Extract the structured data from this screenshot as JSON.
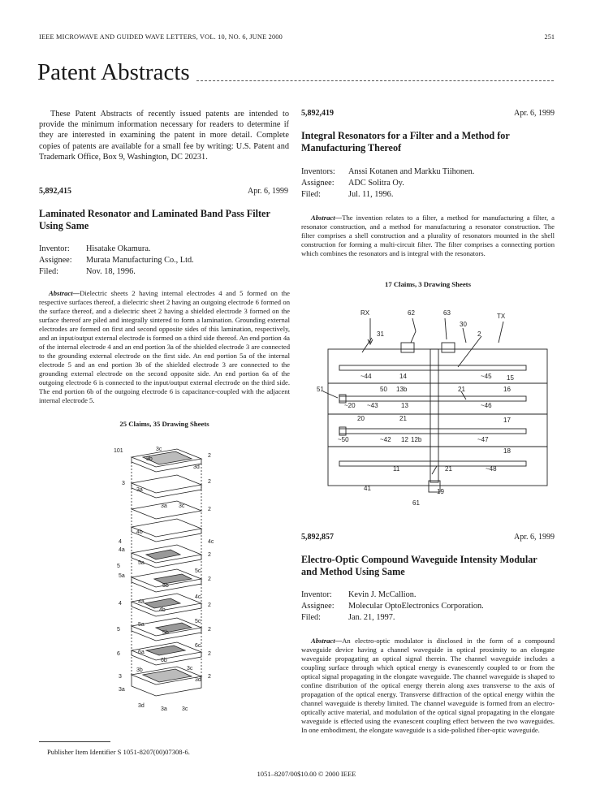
{
  "header": {
    "running_head": "IEEE MICROWAVE AND GUIDED WAVE LETTERS, VOL. 10, NO. 6, JUNE 2000",
    "page_number": "251"
  },
  "page_title": "Patent Abstracts",
  "intro": "These Patent Abstracts of recently issued patents are intended to provide the minimum information necessary for readers to determine if they are interested in examining the patent in more detail. Complete copies of patents are available for a small fee by writing: U.S. Patent and Trademark Office, Box 9, Washington, DC 20231.",
  "patents": [
    {
      "number": "5,892,415",
      "date": "Apr. 6, 1999",
      "title": "Laminated Resonator and Laminated Band Pass Filter Using Same",
      "meta": [
        {
          "key": "Inventor:",
          "value": "Hisatake Okamura."
        },
        {
          "key": "Assignee:",
          "value": "Murata Manufacturing Co., Ltd."
        },
        {
          "key": "Filed:",
          "value": "Nov. 18, 1996."
        }
      ],
      "abstract_label": "Abstract—",
      "abstract": "Dielectric sheets 2 having internal electrodes 4 and 5 formed on the respective surfaces thereof, a dielectric sheet 2 having an outgoing electrode 6 formed on the surface thereof, and a dielectric sheet 2 having a shielded electrode 3 formed on the surface thereof are piled and integrally sintered to form a lamination. Grounding external electrodes are formed on first and second opposite sides of this lamination, respectively, and an input/output external electrode is formed on a third side thereof. An end portion 4a of the internal electrode 4 and an end portion 3a of the shielded electrode 3 are connected to the grounding external electrode on the first side. An end portion 5a of the internal electrode 5 and an end portion 3b of the shielded electrode 3 are connected to the grounding external electrode on the second opposite side. An end portion 6a of the outgoing electrode 6 is connected to the input/output external electrode on the third side. The end portion 6b of the outgoing electrode 6 is capacitance-coupled with the adjacent internal electrode 5.",
      "claims": "25 Claims, 35 Drawing Sheets",
      "figure_labels": [
        "101",
        "3c",
        "3b",
        "3d",
        "2",
        "3",
        "3a",
        "3a",
        "3c",
        "2",
        "4b",
        "4",
        "4a",
        "4c",
        "2",
        "5",
        "5a",
        "5b",
        "5c",
        "2",
        "4",
        "4a",
        "4b",
        "4c",
        "2",
        "5",
        "5a",
        "5b",
        "5c",
        "2",
        "6",
        "6a",
        "6b",
        "6c",
        "2",
        "3",
        "3b",
        "3c",
        "3d",
        "3a",
        "2",
        "3d",
        "3a",
        "3c"
      ]
    },
    {
      "number": "5,892,419",
      "date": "Apr. 6, 1999",
      "title": "Integral Resonators for a Filter and a Method for Manufacturing Thereof",
      "meta": [
        {
          "key": "Inventors:",
          "value": "Anssi Kotanen and Markku Tiihonen."
        },
        {
          "key": "Assignee:",
          "value": "ADC Solitra Oy."
        },
        {
          "key": "Filed:",
          "value": "Jul. 11, 1996."
        }
      ],
      "abstract_label": "Abstract—",
      "abstract": "The invention relates to a filter, a method for manufacturing a filter, a resonator construction, and a method for manufacturing a resonator construction. The filter comprises a shell construction and a plurality of resonators mounted in the shell construction for forming a multi-circuit filter. The filter comprises a connecting portion which combines the resonators and is integral with the resonators.",
      "claims": "17 Claims, 3 Drawing Sheets",
      "figure_labels": [
        "RX",
        "62",
        "63",
        "TX",
        "30",
        "2",
        "31",
        "44",
        "14",
        "45",
        "15",
        "51",
        "50",
        "13b",
        "21",
        "16",
        "20",
        "43",
        "13",
        "46",
        "20",
        "21",
        "17",
        "50",
        "42",
        "12",
        "12b",
        "47",
        "18",
        "11",
        "21",
        "48",
        "41",
        "19",
        "61"
      ]
    },
    {
      "number": "5,892,857",
      "date": "Apr. 6, 1999",
      "title": "Electro-Optic Compound Waveguide Intensity Modular and Method Using Same",
      "meta": [
        {
          "key": "Inventor:",
          "value": "Kevin J. McCallion."
        },
        {
          "key": "Assignee:",
          "value": "Molecular OptoElectronics Corporation."
        },
        {
          "key": "Filed:",
          "value": "Jan. 21, 1997."
        }
      ],
      "abstract_label": "Abstract—",
      "abstract": "An electro-optic modulator is disclosed in the form of a compound waveguide device having a channel waveguide in optical proximity to an elongate waveguide propagating an optical signal therein. The channel waveguide includes a coupling surface through which optical energy is evanescently coupled to or from the optical signal propagating in the elongate waveguide. The channel waveguide is shaped to confine distribution of the optical energy therein along axes transverse to the axis of propagation of the optical energy. Transverse diffraction of the optical energy within the channel waveguide is thereby limited. The channel waveguide is formed from an electro-optically active material, and modulation of the optical signal propagating in the elongate waveguide is effected using the evanescent coupling effect between the two waveguides. In one embodiment, the elongate waveguide is a side-polished fiber-optic waveguide."
    }
  ],
  "footnote": "Publisher Item Identifier S 1051-8207(00)07308-6.",
  "copyright": "1051–8207/00$10.00 © 2000 IEEE"
}
